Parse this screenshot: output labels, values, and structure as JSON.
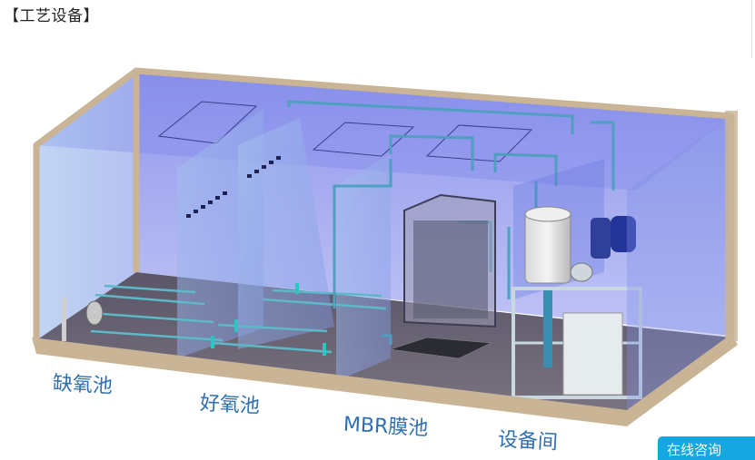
{
  "heading": "【工艺设备】",
  "labels": {
    "anoxic": "缺氧池",
    "aerobic": "好氧池",
    "mbr": "MBR膜池",
    "equipment": "设备间"
  },
  "chat_button": "在线咨询",
  "colors": {
    "label_blue": "#2d6fb0",
    "glass": "#6f78e6",
    "frame": "#c9b496",
    "floor": "#6b6670",
    "pipe": "#4e9fc0",
    "button": "#14a7e0"
  }
}
